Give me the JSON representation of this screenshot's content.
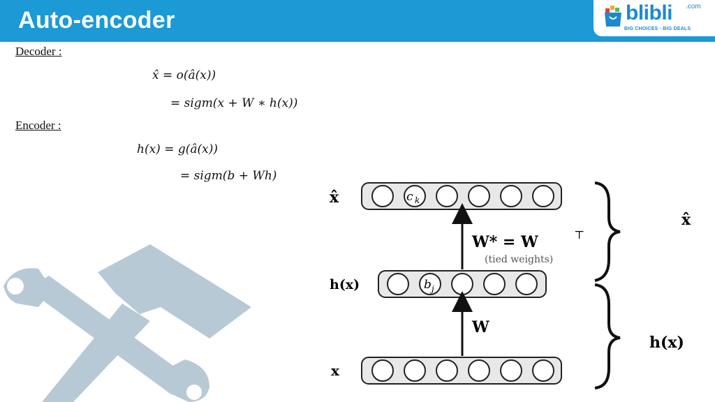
{
  "header": {
    "title": "Auto-encoder",
    "bg_color": "#1b9ad6"
  },
  "logo": {
    "word": "blibli",
    "com": ".com",
    "tagline": "BIG CHOICES · BIG DEALS",
    "icon": "shopping-bag-icon"
  },
  "decoder": {
    "label": "Decoder :",
    "eq1": "x̂ = o(â(x))",
    "eq2": "= sigm(x + W ∗ h(x))"
  },
  "encoder": {
    "label": "Encoder :",
    "eq1": "h(x) = g(â(x))",
    "eq2": "= sigm(b + Wh)"
  },
  "decoration": {
    "icon": "wrench-hammer-icon",
    "color": "#b8c9d6"
  },
  "diagram": {
    "layers": [
      {
        "label": "x̂",
        "special_node": "c",
        "special_sub": "k"
      },
      {
        "label": "h(x)",
        "special_node": "b",
        "special_sub": "j"
      },
      {
        "label": "x"
      }
    ],
    "upper_weight": "W* = W",
    "upper_weight_sup": "⊤",
    "tied_note": "(tied weights)",
    "lower_weight": "W",
    "brace_labels": [
      "x̂",
      "h(x)"
    ]
  }
}
